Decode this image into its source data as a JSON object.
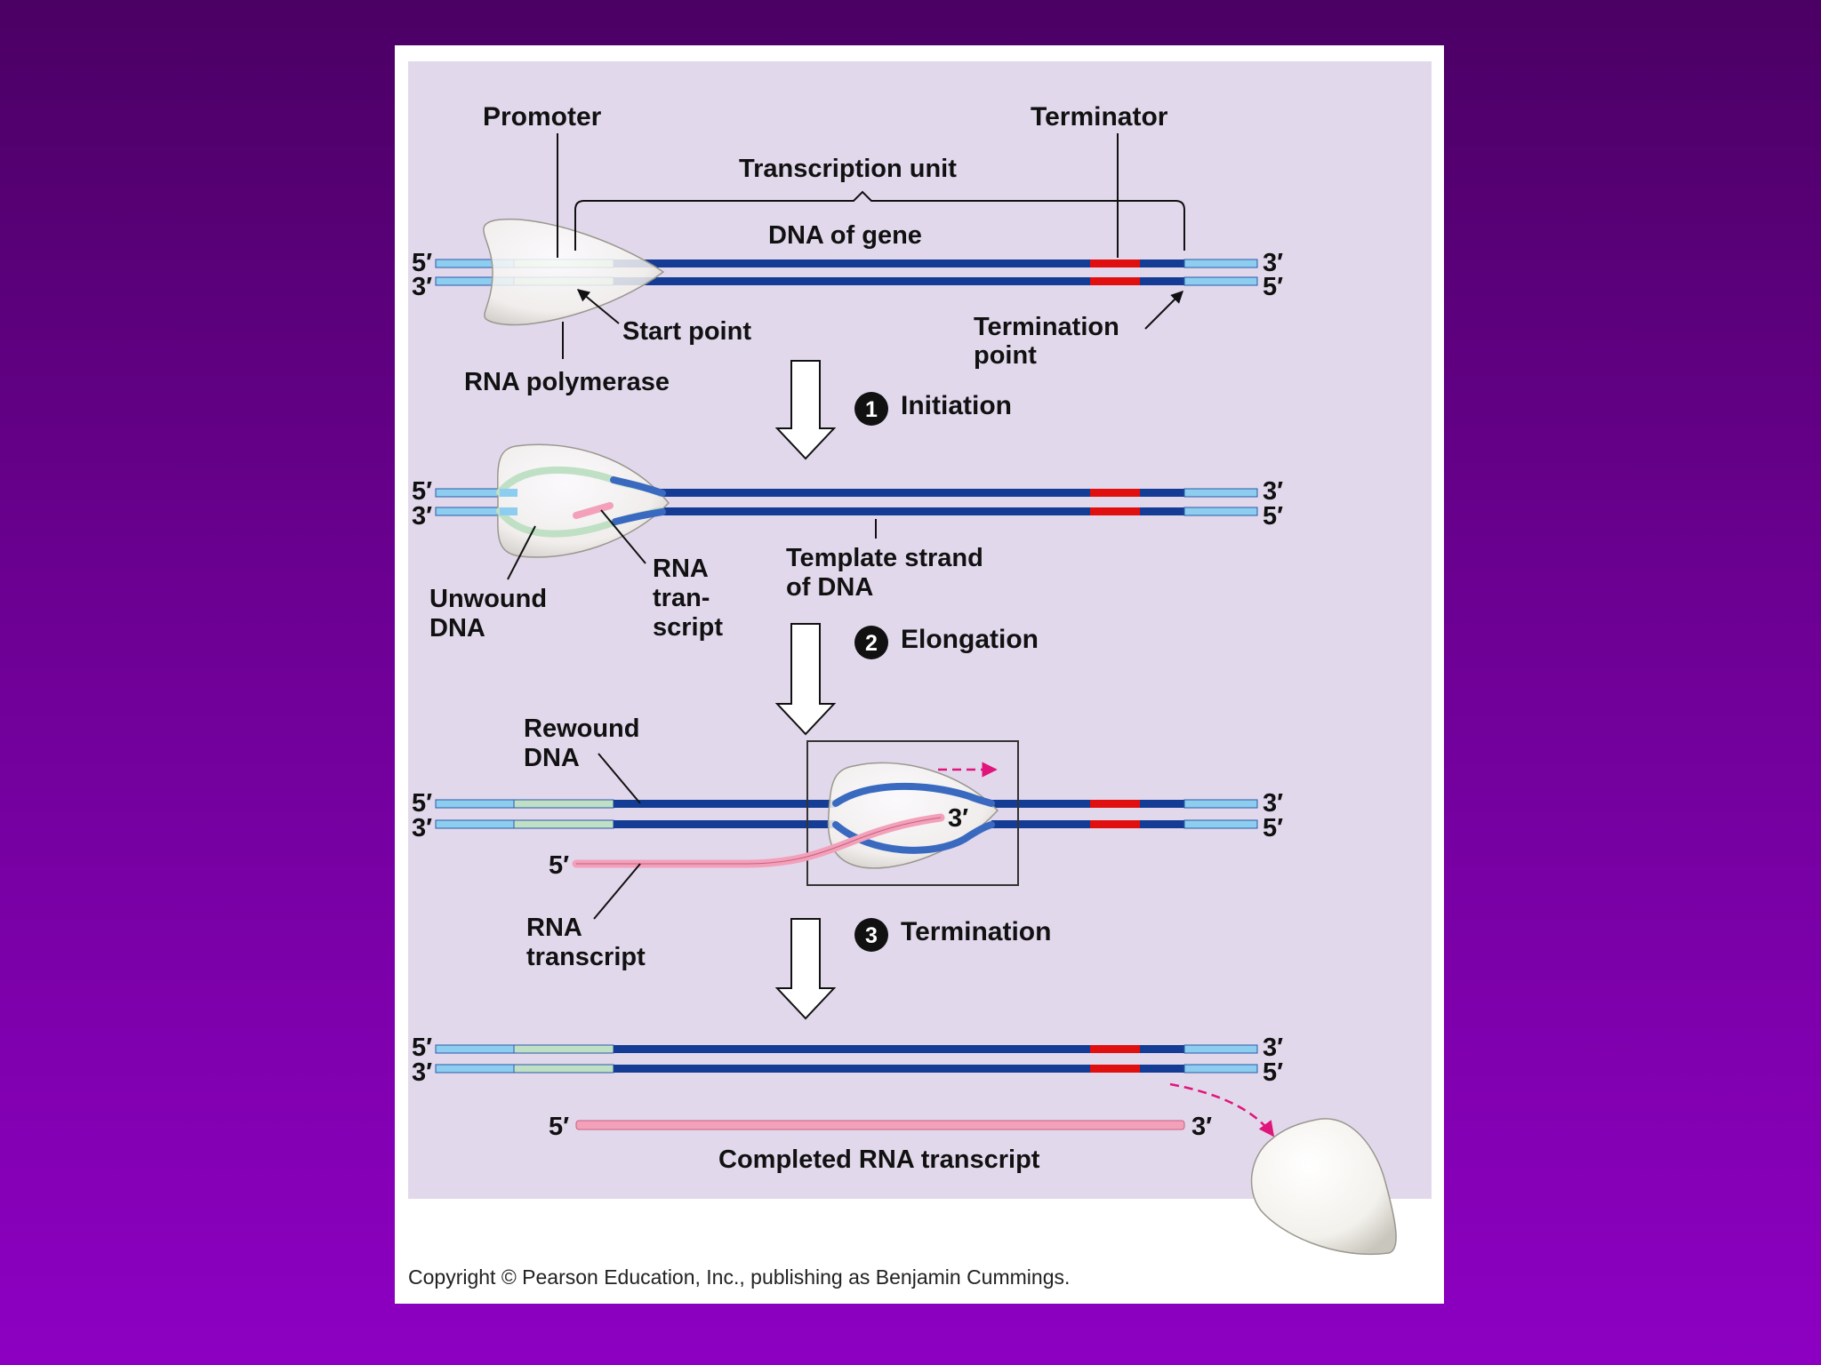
{
  "labels": {
    "promoter": "Promoter",
    "terminator": "Terminator",
    "transcription_unit": "Transcription unit",
    "dna_of_gene": "DNA of gene",
    "start_point": "Start point",
    "termination_point_1": "Termination",
    "termination_point_2": "point",
    "rna_polymerase": "RNA polymerase",
    "unwound_dna_1": "Unwound",
    "unwound_dna_2": "DNA",
    "rna_transcript_short_1": "RNA",
    "rna_transcript_short_2": "tran-",
    "rna_transcript_short_3": "script",
    "template_strand_1": "Template strand",
    "template_strand_2": "of DNA",
    "rewound_dna_1": "Rewound",
    "rewound_dna_2": "DNA",
    "rna_transcript_1": "RNA",
    "rna_transcript_2": "transcript",
    "completed_rna": "Completed RNA transcript"
  },
  "steps": [
    {
      "number": "1",
      "name": "Initiation"
    },
    {
      "number": "2",
      "name": "Elongation"
    },
    {
      "number": "3",
      "name": "Termination"
    }
  ],
  "strand_ends": {
    "five_prime": "5′",
    "three_prime": "3′"
  },
  "copyright": "Copyright © Pearson Education, Inc., publishing as Benjamin Cummings.",
  "colors": {
    "background_top": "#4b0064",
    "background_bottom": "#8d00c2",
    "panel": "#e2d8ec",
    "dna_gene": "#153c94",
    "dna_flank": "#8dcdef",
    "promoter": "#bfe0c4",
    "terminator": "#e01010",
    "rna": "#f3a0bb",
    "polymerase": "#f3f1ec",
    "arrow_accent": "#e0157a"
  }
}
